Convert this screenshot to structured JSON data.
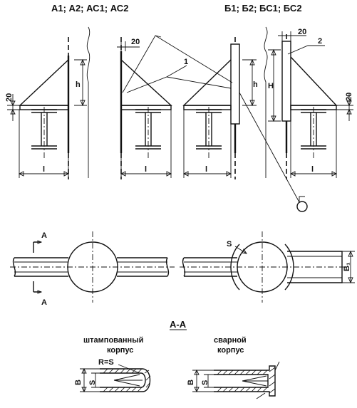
{
  "headers": {
    "group_a": "А1; А2; АС1; АС2",
    "group_b": "Б1; Б2; БС1; БС2"
  },
  "dimensions": {
    "twenty": "20",
    "h": "h",
    "H": "H",
    "l": "l",
    "S": "S",
    "B1": "B₁",
    "B": "B",
    "R_eq_S": "R=S"
  },
  "callouts": {
    "one": "1",
    "two": "2"
  },
  "section": {
    "title": "А-А",
    "marker": "А",
    "stamped": "штампованный корпус",
    "welded": "сварной корпус"
  }
}
